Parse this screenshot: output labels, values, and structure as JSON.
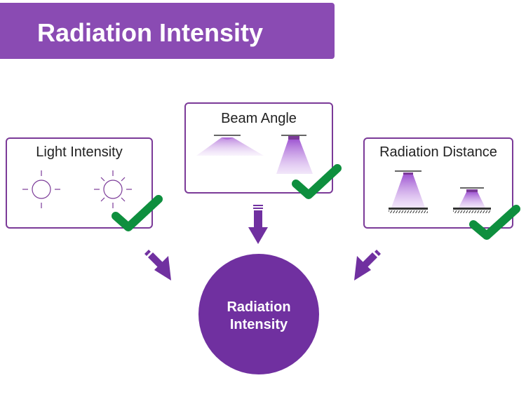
{
  "header": {
    "title": "Radiation Intensity"
  },
  "cards": [
    {
      "title": "Light Intensity"
    },
    {
      "title": "Beam Angle"
    },
    {
      "title": "Radiation Distance"
    }
  ],
  "result": {
    "line1": "Radiation",
    "line2": "Intensity"
  },
  "colors": {
    "banner": "#8a4bb3",
    "card_border": "#7b3a98",
    "arrow": "#7030a0",
    "circle": "#7030a0",
    "check": "#0e8f3e",
    "light": "#b070d8"
  }
}
